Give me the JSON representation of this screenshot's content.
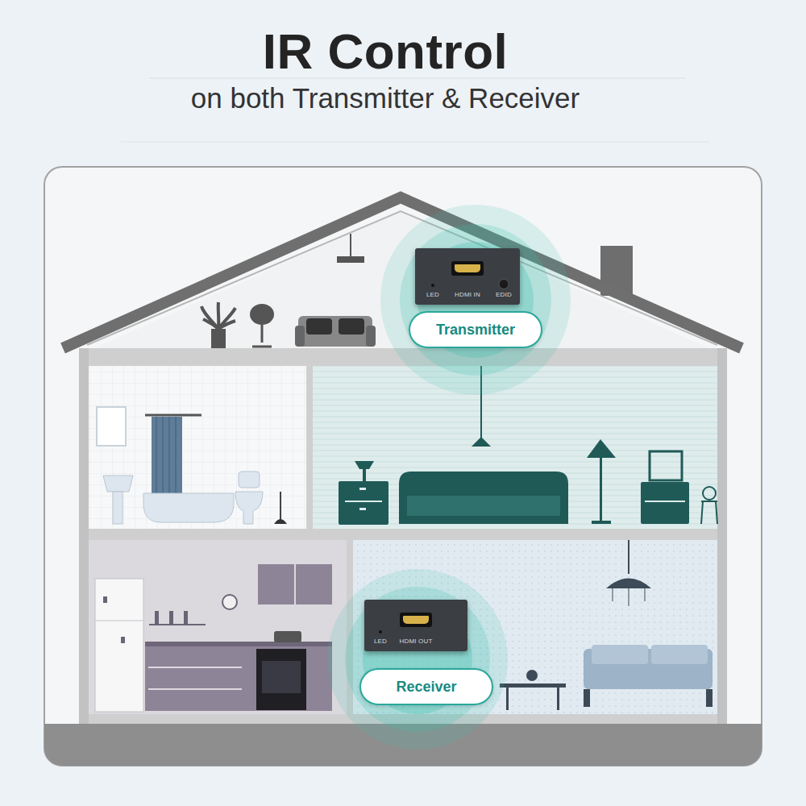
{
  "diagram": {
    "title": "IR Control",
    "nodes": [
      {
        "text": [
          "LED",
          "HDMI IN",
          "EDID"
        ]
      },
      {
        "text": [
          "Transmitter"
        ]
      },
      {
        "text": [
          "LED",
          "HDMI OUT"
        ]
      },
      {
        "text": [
          "Receiver"
        ]
      }
    ],
    "labels": [
      "on both Transmitter & Receiver"
    ]
  }
}
